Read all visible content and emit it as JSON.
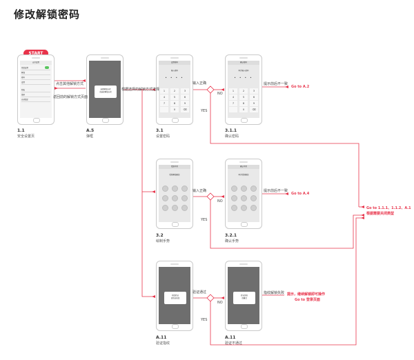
{
  "title": "修改解锁密码",
  "start_label": "START",
  "screens": {
    "s1_1": {
      "code": "1.1",
      "name": "安全设置页",
      "header": "安全设置",
      "rows": [
        "指纹设置",
        "解锁",
        "密码",
        "设置",
        "隐私",
        "锁屏",
        "自动锁定"
      ]
    },
    "sA_5": {
      "code": "A.5",
      "name": "弹框",
      "dialog_title": "选择解锁方式",
      "dialog_body": "请选择解锁方式"
    },
    "s3_1": {
      "code": "3.1",
      "name": "设置密码",
      "header": "设置密码",
      "hint": "输入密码"
    },
    "s3_1_1": {
      "code": "3.1.1",
      "name": "确认密码",
      "header": "确认密码",
      "hint": "再次输入密码"
    },
    "s3_2": {
      "code": "3.2",
      "name": "绘制手势",
      "header": "绘制手势",
      "hint": "绘制解锁图案"
    },
    "s3_2_1": {
      "code": "3.2.1",
      "name": "确认手势",
      "header": "确认手势",
      "hint": "再次绘制图案"
    },
    "sA_11a": {
      "code": "A.11",
      "name": "验证指纹",
      "dialog_title": "指纹验证",
      "dialog_body": "请验证指纹"
    },
    "sA_11b": {
      "code": "A.11",
      "name": "验证不通过",
      "dialog_title": "验证失败",
      "dialog_body": "请重试"
    }
  },
  "keypad": [
    "1",
    "2",
    "3",
    "4",
    "5",
    "6",
    "7",
    "8",
    "9",
    "",
    "0",
    "⌫"
  ],
  "labels": {
    "choose_other": "点击其他解锁方式",
    "back_other": "返回前的解锁方式页面",
    "choose_method": "根据选择的解锁方式选择",
    "input_correct_1": "输入正确",
    "input_correct_2": "输入正确",
    "verify_pass": "验证通过",
    "no_1": "NO",
    "no_2": "NO",
    "no_3": "NO",
    "yes_1": "YES",
    "yes_2": "YES",
    "yes_3": "YES",
    "toast_1": "提示前后不一致",
    "toast_2": "提示前后不一致",
    "toast_3": "指纹解锁失败",
    "goto_a2": "Go to A.2",
    "goto_a4": "Go to A.4",
    "goto_combo_1": "Go to 1.1.1、1.1.2、A.1",
    "goto_combo_2": "根据需要关闭类型",
    "fail_note_1": "提示，继续解锁即可操作",
    "fail_note_2": "Go to 登录页面"
  },
  "colors": {
    "accent": "#e8334a",
    "screen": "#e9e9e9",
    "dark_screen": "#6e6e6e"
  }
}
